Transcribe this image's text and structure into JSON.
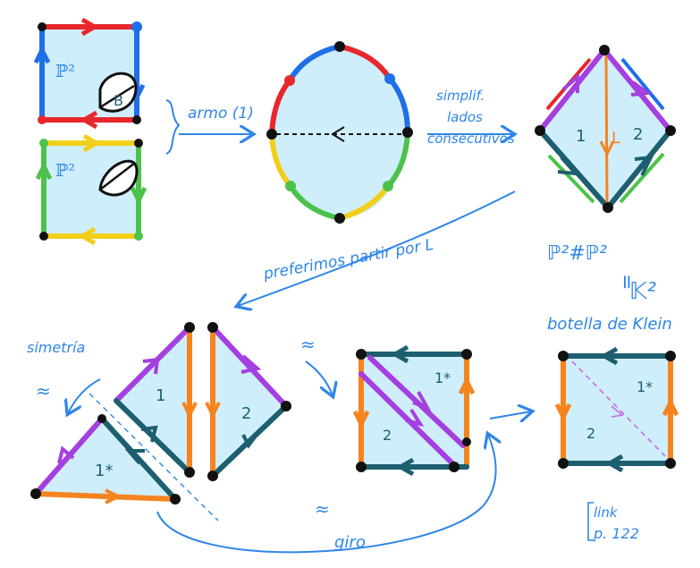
{
  "annotations": {
    "glue": "armo (1)",
    "simplify_1": "simplif.",
    "simplify_2": "lados",
    "simplify_3": "consecutivos",
    "cut_by": "preferimos partir por L",
    "sum": "ℙ²#ℙ²",
    "equals": "=",
    "klein": "𝕂²",
    "klein_name": "botella de Klein",
    "symmetry": "simetría",
    "approx": "≈",
    "turn": "giro",
    "link_1": "link",
    "link_2": "p. 122"
  },
  "labels": {
    "p2_top": "ℙ²",
    "p2_bottom": "ℙ²",
    "ball": "B",
    "face_1": "1",
    "face_2": "2",
    "cut": "L",
    "face_1_star": "1*"
  },
  "colors": {
    "red": "#e8262d",
    "blue": "#1f6fe8",
    "green": "#4cc24a",
    "yellow": "#f2cf1b",
    "orange": "#f5841f",
    "purple": "#a43fe0",
    "teal": "#1d5f6e",
    "fill": "#cfeefb",
    "note": "#2f86e8"
  }
}
